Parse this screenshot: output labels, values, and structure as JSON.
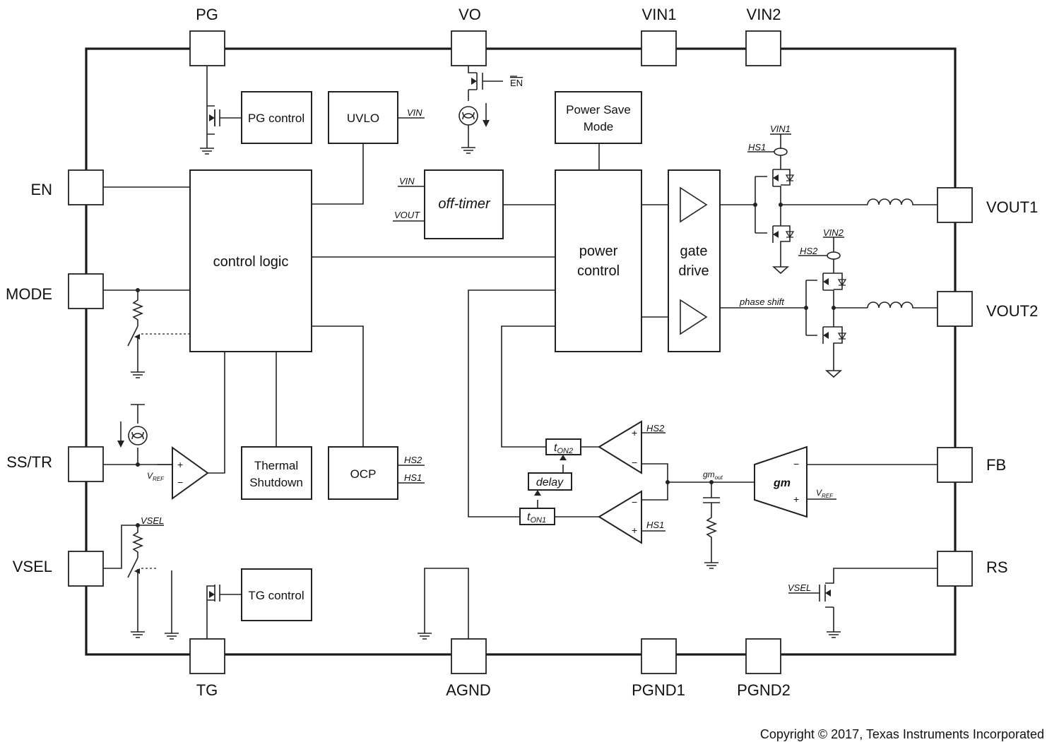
{
  "pins": {
    "pg": "PG",
    "vo": "VO",
    "vin1": "VIN1",
    "vin2": "VIN2",
    "en": "EN",
    "mode": "MODE",
    "sstr": "SS/TR",
    "vsel": "VSEL",
    "vout1": "VOUT1",
    "vout2": "VOUT2",
    "fb": "FB",
    "rs": "RS",
    "tg": "TG",
    "agnd": "AGND",
    "pgnd1": "PGND1",
    "pgnd2": "PGND2"
  },
  "blocks": {
    "pg_control": "PG control",
    "uvlo": "UVLO",
    "control_logic": "control logic",
    "off_timer": "off-timer",
    "power_save_1": "Power Save",
    "power_save_2": "Mode",
    "power_control_1": "power",
    "power_control_2": "control",
    "gate_drive_1": "gate",
    "gate_drive_2": "drive",
    "thermal_1": "Thermal",
    "thermal_2": "Shutdown",
    "ocp": "OCP",
    "tg_control": "TG control",
    "ton2": "t",
    "ton2_sub": "ON2",
    "ton1": "t",
    "ton1_sub": "ON1",
    "delay": "delay",
    "gm": "gm"
  },
  "signals": {
    "vin_uvlo": "VIN",
    "en_bar": "EN",
    "vin_timer": "VIN",
    "vout_timer": "VOUT",
    "vin1_sw": "VIN1",
    "hs1_sw": "HS1",
    "vin2_sw": "VIN2",
    "hs2_sw": "HS2",
    "phase_shift": "phase shift",
    "hs2_ocp": "HS2",
    "hs1_ocp": "HS1",
    "hs2_cmp": "HS2",
    "hs1_cmp": "HS1",
    "vref_ss": "V",
    "vref_ss_sub": "REF",
    "vref_gm": "V",
    "vref_gm_sub": "REF",
    "gmout": "gm",
    "gmout_sub": "out",
    "vsel_sw": "VSEL",
    "vsel_rs": "VSEL",
    "plus": "+",
    "minus": "−"
  },
  "footer": {
    "copyright": "Copyright © 2017, Texas Instruments Incorporated"
  }
}
